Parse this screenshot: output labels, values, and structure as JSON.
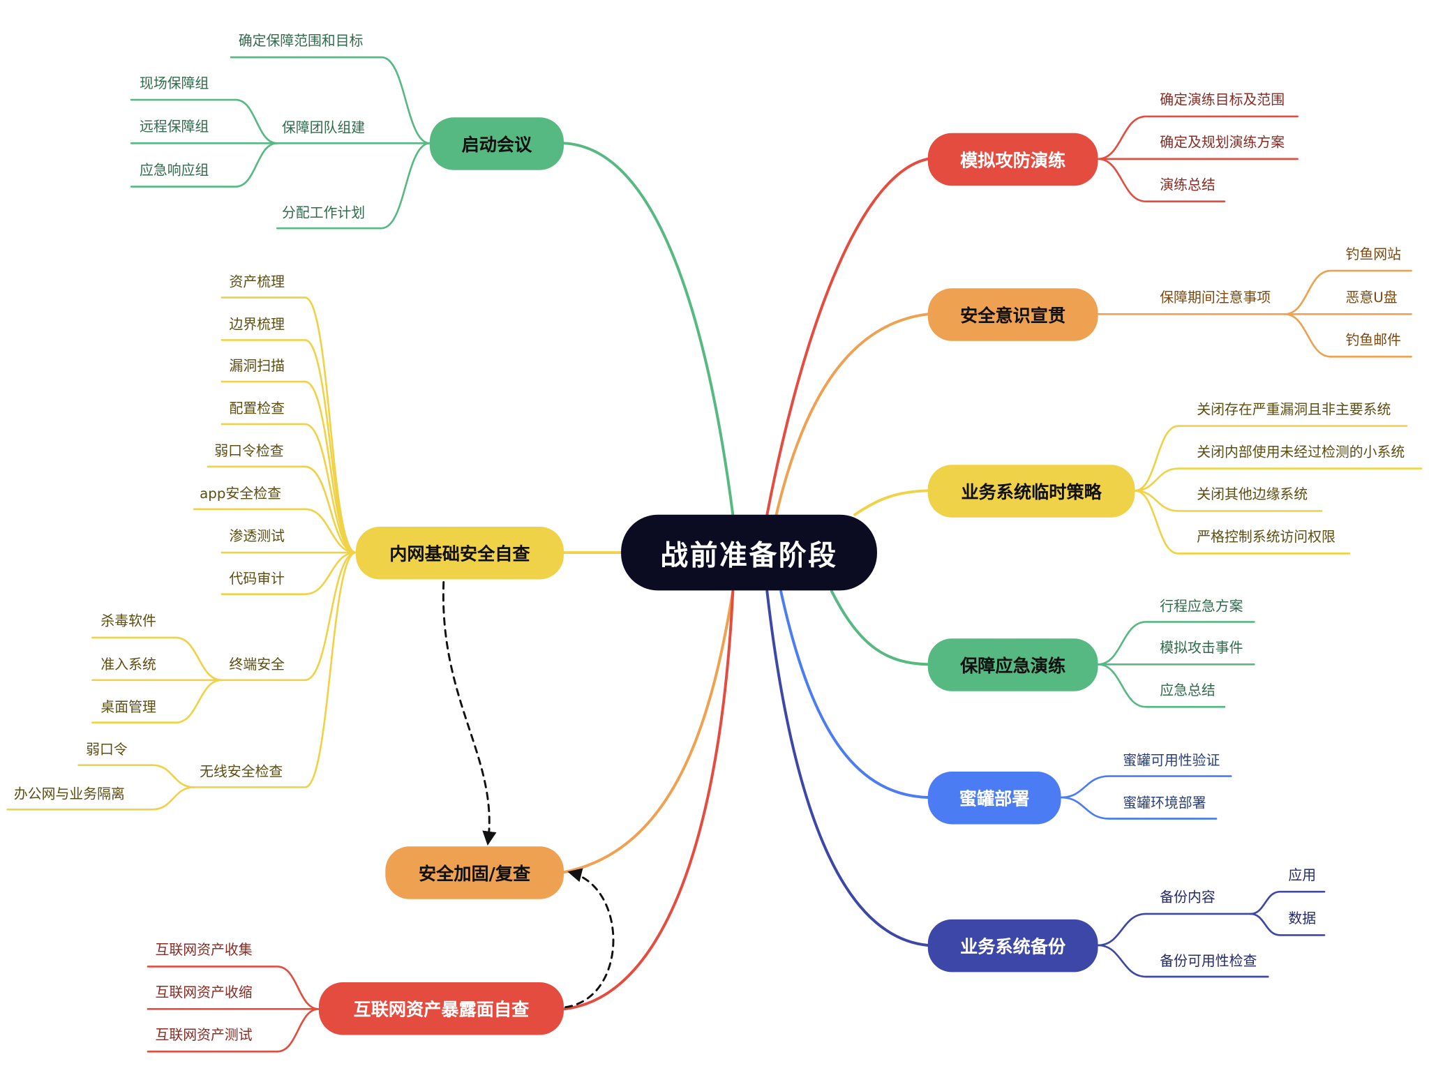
{
  "center": {
    "label": "战前准备阶段",
    "color": "#0b0b22"
  },
  "branches": {
    "kickoff": {
      "label": "启动会议",
      "color": "#56b981",
      "goal": "确定保障范围和目标",
      "team": {
        "label": "保障团队组建",
        "members": [
          "现场保障组",
          "远程保障组",
          "应急响应组"
        ]
      },
      "plan": "分配工作计划"
    },
    "internal": {
      "label": "内网基础安全自查",
      "color": "#efd247",
      "items": [
        "资产梳理",
        "边界梳理",
        "漏洞扫描",
        "配置检查",
        "弱口令检查",
        "app安全检查",
        "渗透测试",
        "代码审计"
      ],
      "terminal": {
        "label": "终端安全",
        "items": [
          "杀毒软件",
          "准入系统",
          "桌面管理"
        ]
      },
      "wireless": {
        "label": "无线安全检查",
        "items": [
          "弱口令",
          "办公网与业务隔离"
        ]
      }
    },
    "reinforce": {
      "label": "安全加固/复查",
      "color": "#eea151"
    },
    "internet": {
      "label": "互联网资产暴露面自查",
      "color": "#e44c40",
      "items": [
        "互联网资产收集",
        "互联网资产收缩",
        "互联网资产测试"
      ]
    },
    "drill": {
      "label": "模拟攻防演练",
      "color": "#e44c40",
      "items": [
        "确定演练目标及范围",
        "确定及规划演练方案",
        "演练总结"
      ]
    },
    "awareness": {
      "label": "安全意识宣贯",
      "color": "#eea151",
      "sub": {
        "label": "保障期间注意事项",
        "items": [
          "钓鱼网站",
          "恶意U盘",
          "钓鱼邮件"
        ]
      }
    },
    "policy": {
      "label": "业务系统临时策略",
      "color": "#efd247",
      "items": [
        "关闭存在严重漏洞且非主要系统",
        "关闭内部使用未经过检测的小系统",
        "关闭其他边缘系统",
        "严格控制系统访问权限"
      ]
    },
    "emergency": {
      "label": "保障应急演练",
      "color": "#56b981",
      "items": [
        "行程应急方案",
        "模拟攻击事件",
        "应急总结"
      ]
    },
    "honeypot": {
      "label": "蜜罐部署",
      "color": "#4b7cf3",
      "items": [
        "蜜罐可用性验证",
        "蜜罐环境部署"
      ]
    },
    "backup": {
      "label": "业务系统备份",
      "color": "#3c47a8",
      "content": {
        "label": "备份内容",
        "items": [
          "应用",
          "数据"
        ]
      },
      "check": "备份可用性检查"
    }
  }
}
